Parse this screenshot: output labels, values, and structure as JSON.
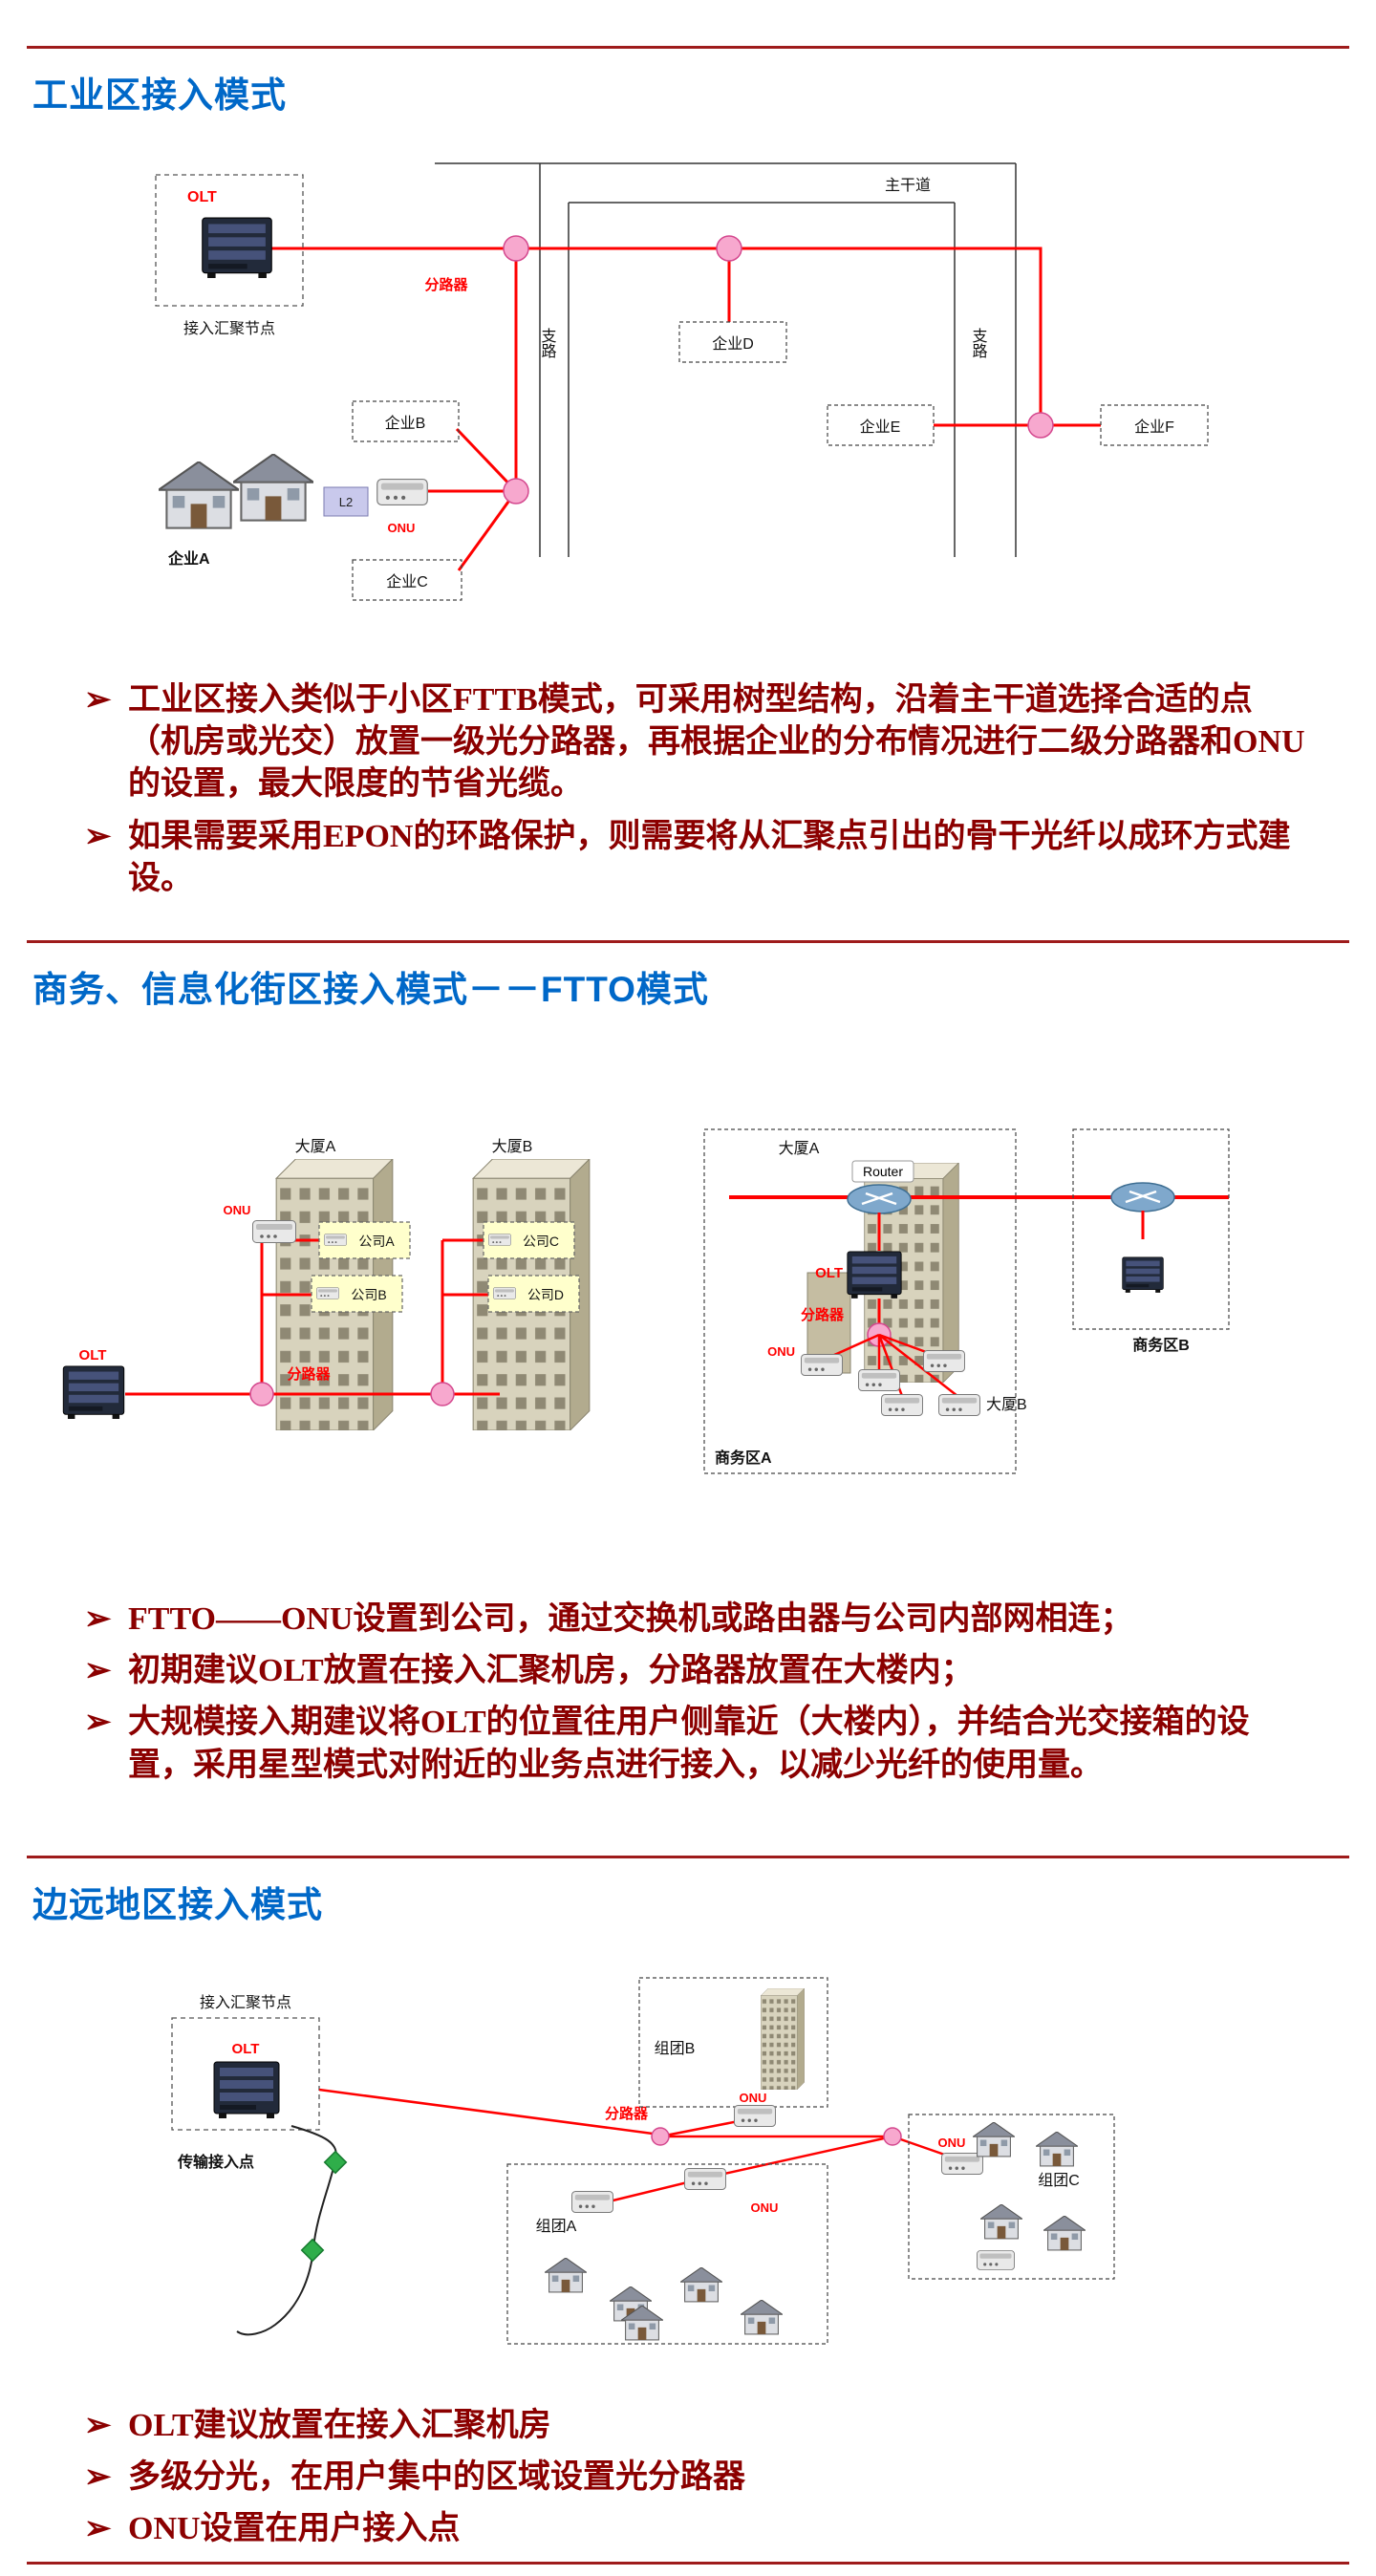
{
  "colors": {
    "heading_blue": "#0068C8",
    "body_dark_red": "#8B0000",
    "rule_dark_red": "#9E1B1B",
    "fiber_red": "#FF0000",
    "splitter_pink": "#F7A8CE"
  },
  "ui": {
    "bullet_marker": "➢"
  },
  "sections": [
    {
      "title": "工业区接入模式",
      "bullets": [
        "工业区接入类似于小区FTTB模式，可采用树型结构，沿着主干道选择合适的点（机房或光交）放置一级光分路器，再根据企业的分布情况进行二级分路器和ONU的设置，最大限度的节省光缆。",
        "如果需要采用EPON的环路保护，则需要将从汇聚点引出的骨干光纤以成环方式建设。"
      ]
    },
    {
      "title": "商务、信息化街区接入模式－－FTTO模式",
      "bullets": [
        "FTTO――ONU设置到公司，通过交换机或路由器与公司内部网相连；",
        "初期建议OLT放置在接入汇聚机房，分路器放置在大楼内；",
        "大规模接入期建议将OLT的位置往用户侧靠近（大楼内），并结合光交接箱的设置，采用星型模式对附近的业务点进行接入，以减少光纤的使用量。"
      ]
    },
    {
      "title": "边远地区接入模式",
      "bullets": [
        "OLT建议放置在接入汇聚机房",
        "多级分光，在用户集中的区域设置光分路器",
        "ONU设置在用户接入点"
      ]
    }
  ],
  "diagram1": {
    "olt": "OLT",
    "aggregation_node": "接入汇聚节点",
    "splitter": "分路器",
    "main_road": "主干道",
    "branch_road": "支路",
    "enterprise_a": "企业A",
    "enterprise_b": "企业B",
    "enterprise_c": "企业C",
    "enterprise_d": "企业D",
    "enterprise_e": "企业E",
    "enterprise_f": "企业F",
    "onu": "ONU",
    "l2": "L2"
  },
  "diagram2": {
    "tower_a": "大厦A",
    "tower_b": "大厦B",
    "onu": "ONU",
    "company_a": "公司A",
    "company_b": "公司B",
    "company_c": "公司C",
    "company_d": "公司D",
    "olt": "OLT",
    "splitter": "分路器",
    "right_tower_a": "大厦A",
    "router": "Router",
    "right_olt": "OLT",
    "right_splitter": "分路器",
    "right_onu": "ONU",
    "biz_area_a": "商务区A",
    "right_tower_b": "大厦B",
    "biz_area_b": "商务区B"
  },
  "diagram3": {
    "aggregation_node": "接入汇聚节点",
    "olt": "OLT",
    "transport_point": "传输接入点",
    "splitter": "分路器",
    "group_a": "组团A",
    "group_b": "组团B",
    "group_c": "组团C",
    "onu": "ONU"
  }
}
